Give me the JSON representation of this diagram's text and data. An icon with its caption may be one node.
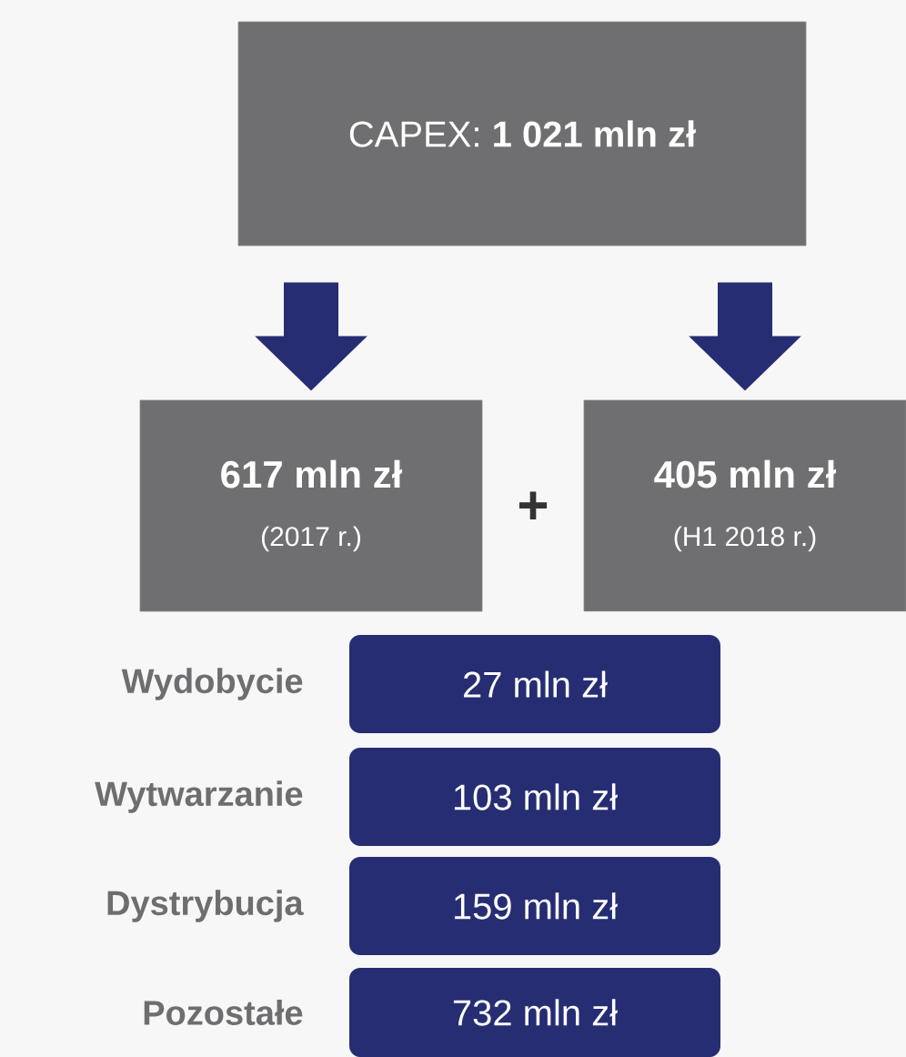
{
  "diagram": {
    "nodes": [
      {
        "text": [
          "CAPEX: **1 021 mln zł**"
        ]
      },
      {
        "text": [
          "617 mln zł",
          "(2017 r.)"
        ]
      },
      {
        "text": [
          "405 mln zł",
          "(H1 2018 r.)"
        ]
      },
      {
        "text": [
          "27 mln zł"
        ],
        "beside": [
          "Wydobycie"
        ]
      },
      {
        "text": [
          "103 mln zł"
        ],
        "beside": [
          "Wytwarzanie"
        ]
      },
      {
        "text": [
          "159 mln zł"
        ],
        "beside": [
          "Dystrybucja"
        ]
      },
      {
        "text": [
          "732 mln zł"
        ],
        "beside": [
          "Pozostałe"
        ]
      }
    ],
    "edges": [
      {
        "from": 0,
        "to": 1,
        "arrow": "to"
      },
      {
        "from": 0,
        "to": 2,
        "arrow": "to"
      }
    ],
    "labels": [
      "+"
    ]
  }
}
